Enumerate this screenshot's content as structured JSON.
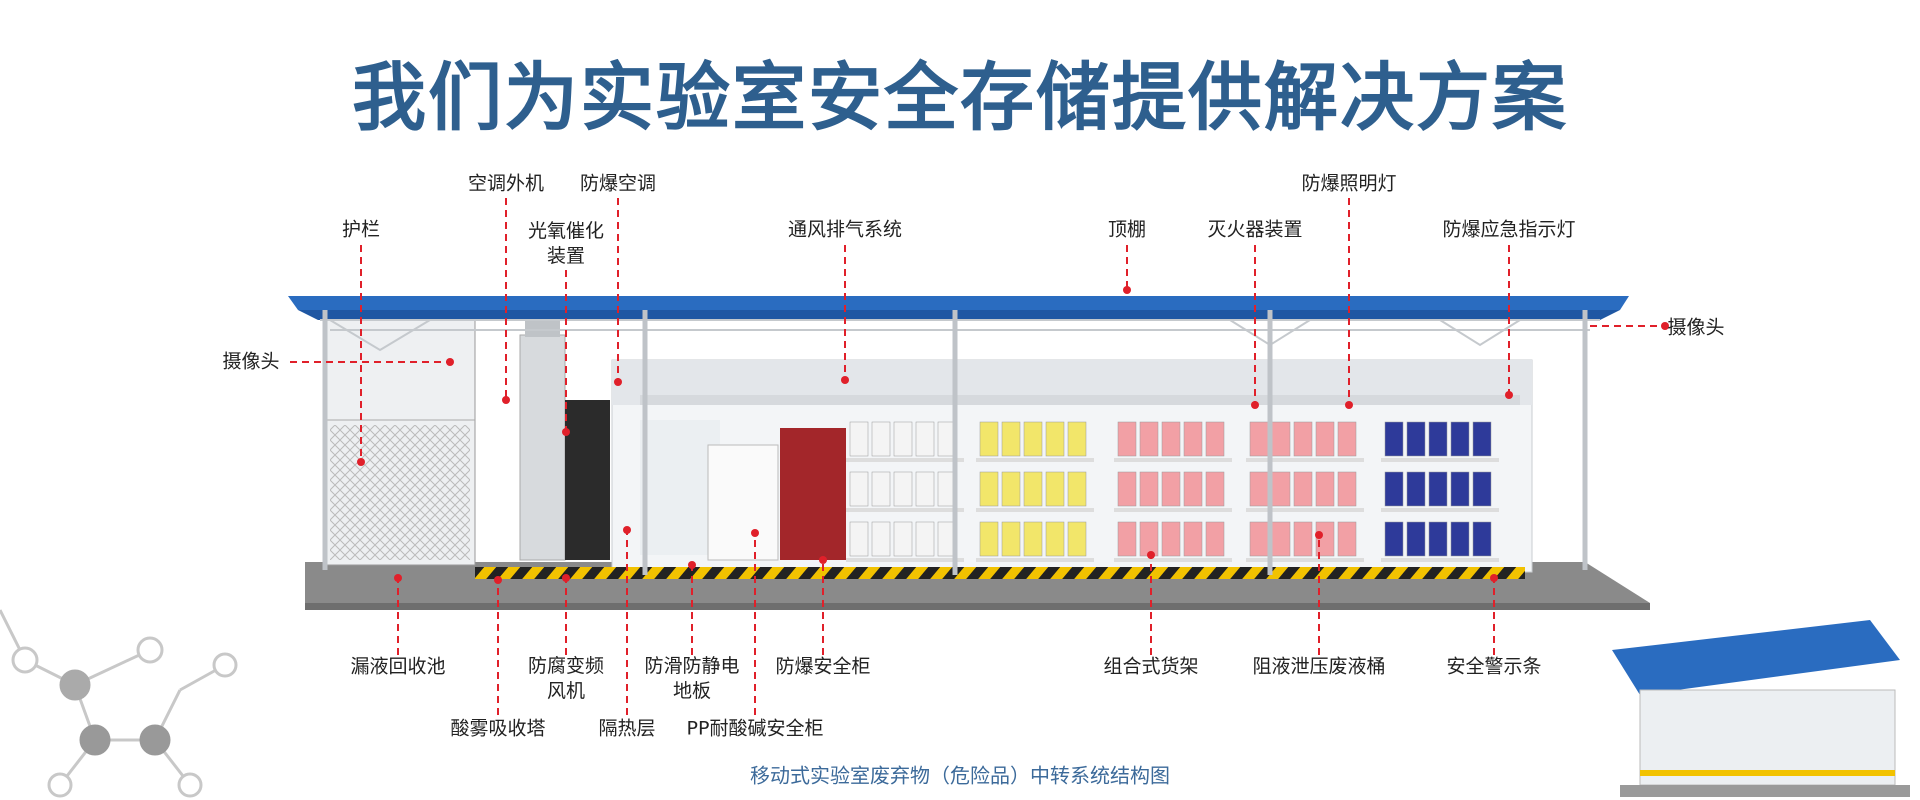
{
  "title": "我们为实验室安全存储提供解决方案",
  "caption": "移动式实验室废弃物（危险品）中转系统结构图",
  "labels": {
    "ac_outdoor": "空调外机",
    "ex_ac": "防爆空调",
    "guardrail": "护栏",
    "photo_oxygen_line1": "光氧催化",
    "photo_oxygen_line2": "装置",
    "ventilation": "通风排气系统",
    "canopy": "顶棚",
    "fire_extinguisher": "灭火器装置",
    "ex_lighting": "防爆照明灯",
    "ex_emergency_light": "防爆应急指示灯",
    "camera_left": "摄像头",
    "camera_right": "摄像头",
    "leak_pool": "漏液回收池",
    "fan_line1": "防腐变频",
    "fan_line2": "风机",
    "floor_line1": "防滑防静电",
    "floor_line2": "地板",
    "ex_cabinet": "防爆安全柜",
    "shelf": "组合式货架",
    "waste_drum": "阻液泄压废液桶",
    "warning_strip": "安全警示条",
    "acid_tower": "酸雾吸收塔",
    "insulation": "隔热层",
    "pp_cabinet": "PP耐酸碱安全柜"
  },
  "colors": {
    "title": "#2e5f8e",
    "leader": "#e0202a",
    "roof": "#2a6cc0",
    "caption": "#3c6a9a"
  }
}
